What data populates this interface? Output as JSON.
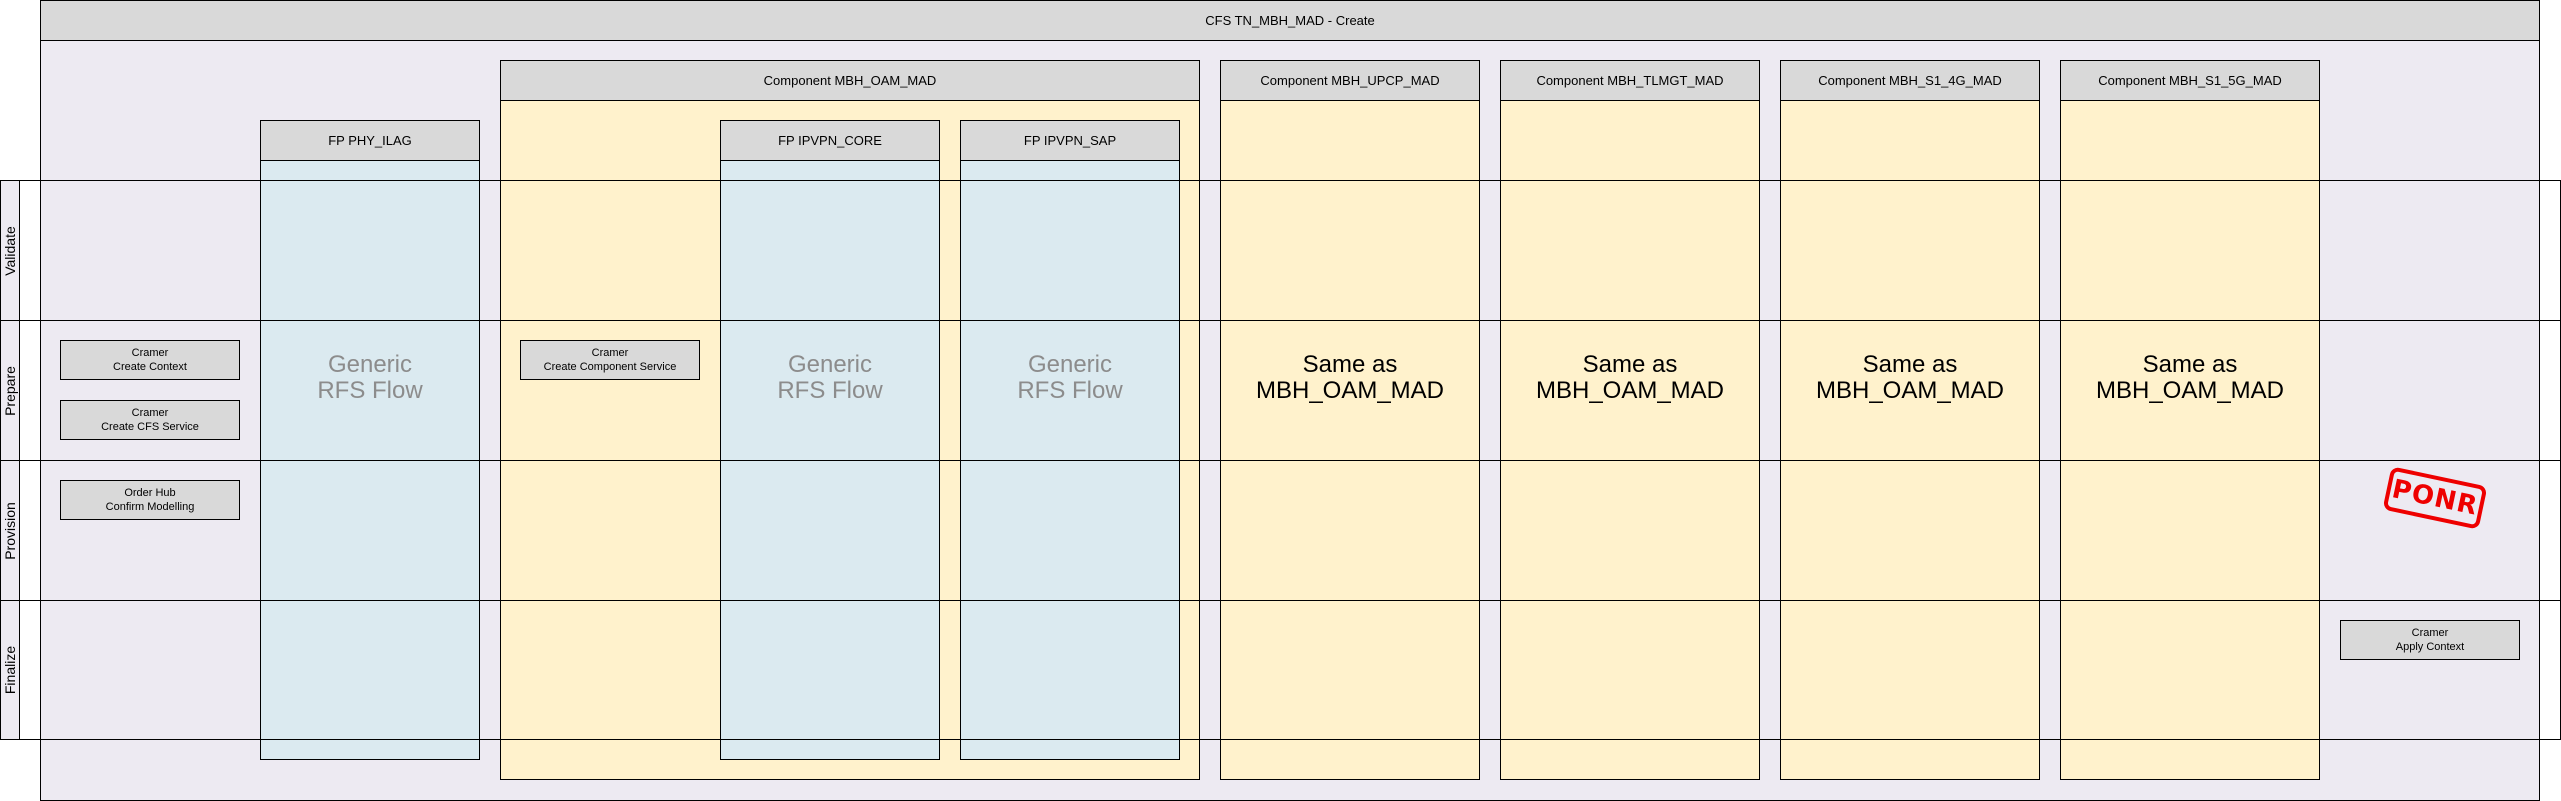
{
  "cfs": {
    "title": "CFS TN_MBH_MAD - Create"
  },
  "lanes": [
    "Validate",
    "Prepare",
    "Provision",
    "Finalize"
  ],
  "fp_phy": {
    "title": "FP PHY_ILAG",
    "body_line1": "Generic",
    "body_line2": "RFS Flow"
  },
  "comp_oam": {
    "title": "Component MBH_OAM_MAD"
  },
  "fp_ipvpn_core": {
    "title": "FP IPVPN_CORE",
    "body_line1": "Generic",
    "body_line2": "RFS Flow"
  },
  "fp_ipvpn_sap": {
    "title": "FP IPVPN_SAP",
    "body_line1": "Generic",
    "body_line2": "RFS Flow"
  },
  "comp_upcp": {
    "title": "Component MBH_UPCP_MAD",
    "body_line1": "Same as",
    "body_line2": "MBH_OAM_MAD"
  },
  "comp_tlmgt": {
    "title": "Component MBH_TLMGT_MAD",
    "body_line1": "Same as",
    "body_line2": "MBH_OAM_MAD"
  },
  "comp_s1_4g": {
    "title": "Component MBH_S1_4G_MAD",
    "body_line1": "Same as",
    "body_line2": "MBH_OAM_MAD"
  },
  "comp_s1_5g": {
    "title": "Component MBH_S1_5G_MAD",
    "body_line1": "Same as",
    "body_line2": "MBH_OAM_MAD"
  },
  "tasks": {
    "create_context": {
      "line1": "Cramer",
      "line2": "Create Context"
    },
    "create_cfs_service": {
      "line1": "Cramer",
      "line2": "Create CFS Service"
    },
    "confirm_modelling": {
      "line1": "Order Hub",
      "line2": "Confirm Modelling"
    },
    "create_component_service": {
      "line1": "Cramer",
      "line2": "Create Component Service"
    },
    "apply_context": {
      "line1": "Cramer",
      "line2": "Apply Context"
    }
  },
  "stamp": {
    "text": "PONR",
    "color": "#e00000"
  },
  "colors": {
    "cfs_bg": "#edeaf2",
    "component_bg": "#fff2cc",
    "fp_bg": "#dbeaf0",
    "header_bg": "#d9d9d9"
  }
}
